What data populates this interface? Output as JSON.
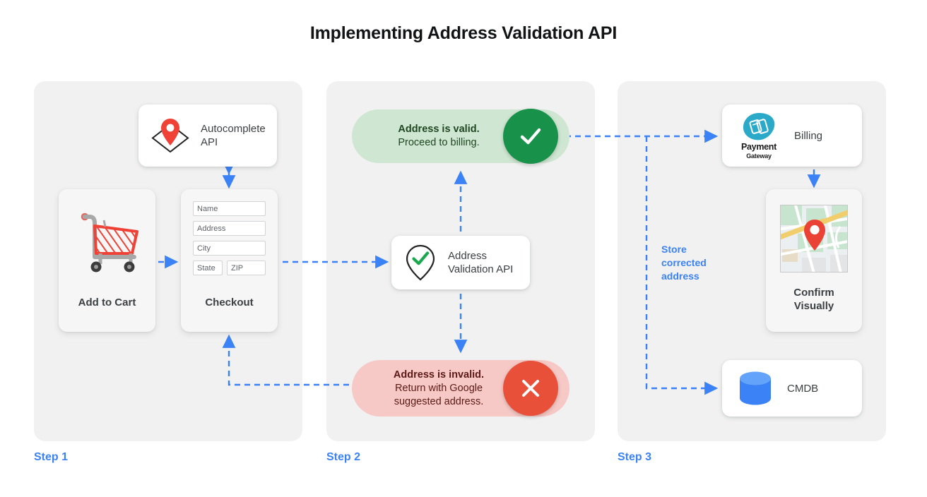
{
  "title": "Implementing Address Validation API",
  "colors": {
    "accent_blue": "#3b82f6",
    "panel_bg": "#f1f1f1",
    "valid_pill_bg": "#cfe7d2",
    "valid_badge": "#18924a",
    "invalid_pill_bg": "#f7c9c6",
    "invalid_badge": "#e8503a",
    "pin_red": "#ef4136",
    "cmdb_blue": "#3b82f6",
    "payment_teal": "#2aa9c9",
    "text_dark": "#3c4043"
  },
  "steps": [
    {
      "label": "Step 1"
    },
    {
      "label": "Step 2"
    },
    {
      "label": "Step 3"
    }
  ],
  "step1": {
    "autocomplete": {
      "icon": "map-pin-diamond-icon",
      "line1": "Autocomplete",
      "line2": "API"
    },
    "add_to_cart": {
      "icon": "shopping-cart-icon",
      "label": "Add to Cart"
    },
    "checkout": {
      "label": "Checkout",
      "fields": [
        {
          "name": "name-field",
          "placeholder": "Name"
        },
        {
          "name": "address-field",
          "placeholder": "Address"
        },
        {
          "name": "city-field",
          "placeholder": "City"
        },
        {
          "name": "state-field",
          "placeholder": "State"
        },
        {
          "name": "zip-field",
          "placeholder": "ZIP"
        }
      ]
    }
  },
  "step2": {
    "valid": {
      "headline": "Address is valid.",
      "detail": "Proceed to billing.",
      "icon": "check-icon"
    },
    "validation_api": {
      "icon": "pin-check-icon",
      "line1": "Address",
      "line2": "Validation API"
    },
    "invalid": {
      "headline": "Address is invalid.",
      "detail_line1": "Return with Google",
      "detail_line2": "suggested address.",
      "icon": "close-x-icon"
    }
  },
  "step3": {
    "billing": {
      "icon": "payment-gateway-logo",
      "logo_text": "Payment",
      "logo_sub": "Gateway",
      "label": "Billing"
    },
    "confirm": {
      "icon": "map-thumbnail-icon",
      "line1": "Confirm",
      "line2": "Visually"
    },
    "cmdb": {
      "icon": "database-icon",
      "label": "CMDB"
    },
    "store_note": "Store corrected address"
  }
}
